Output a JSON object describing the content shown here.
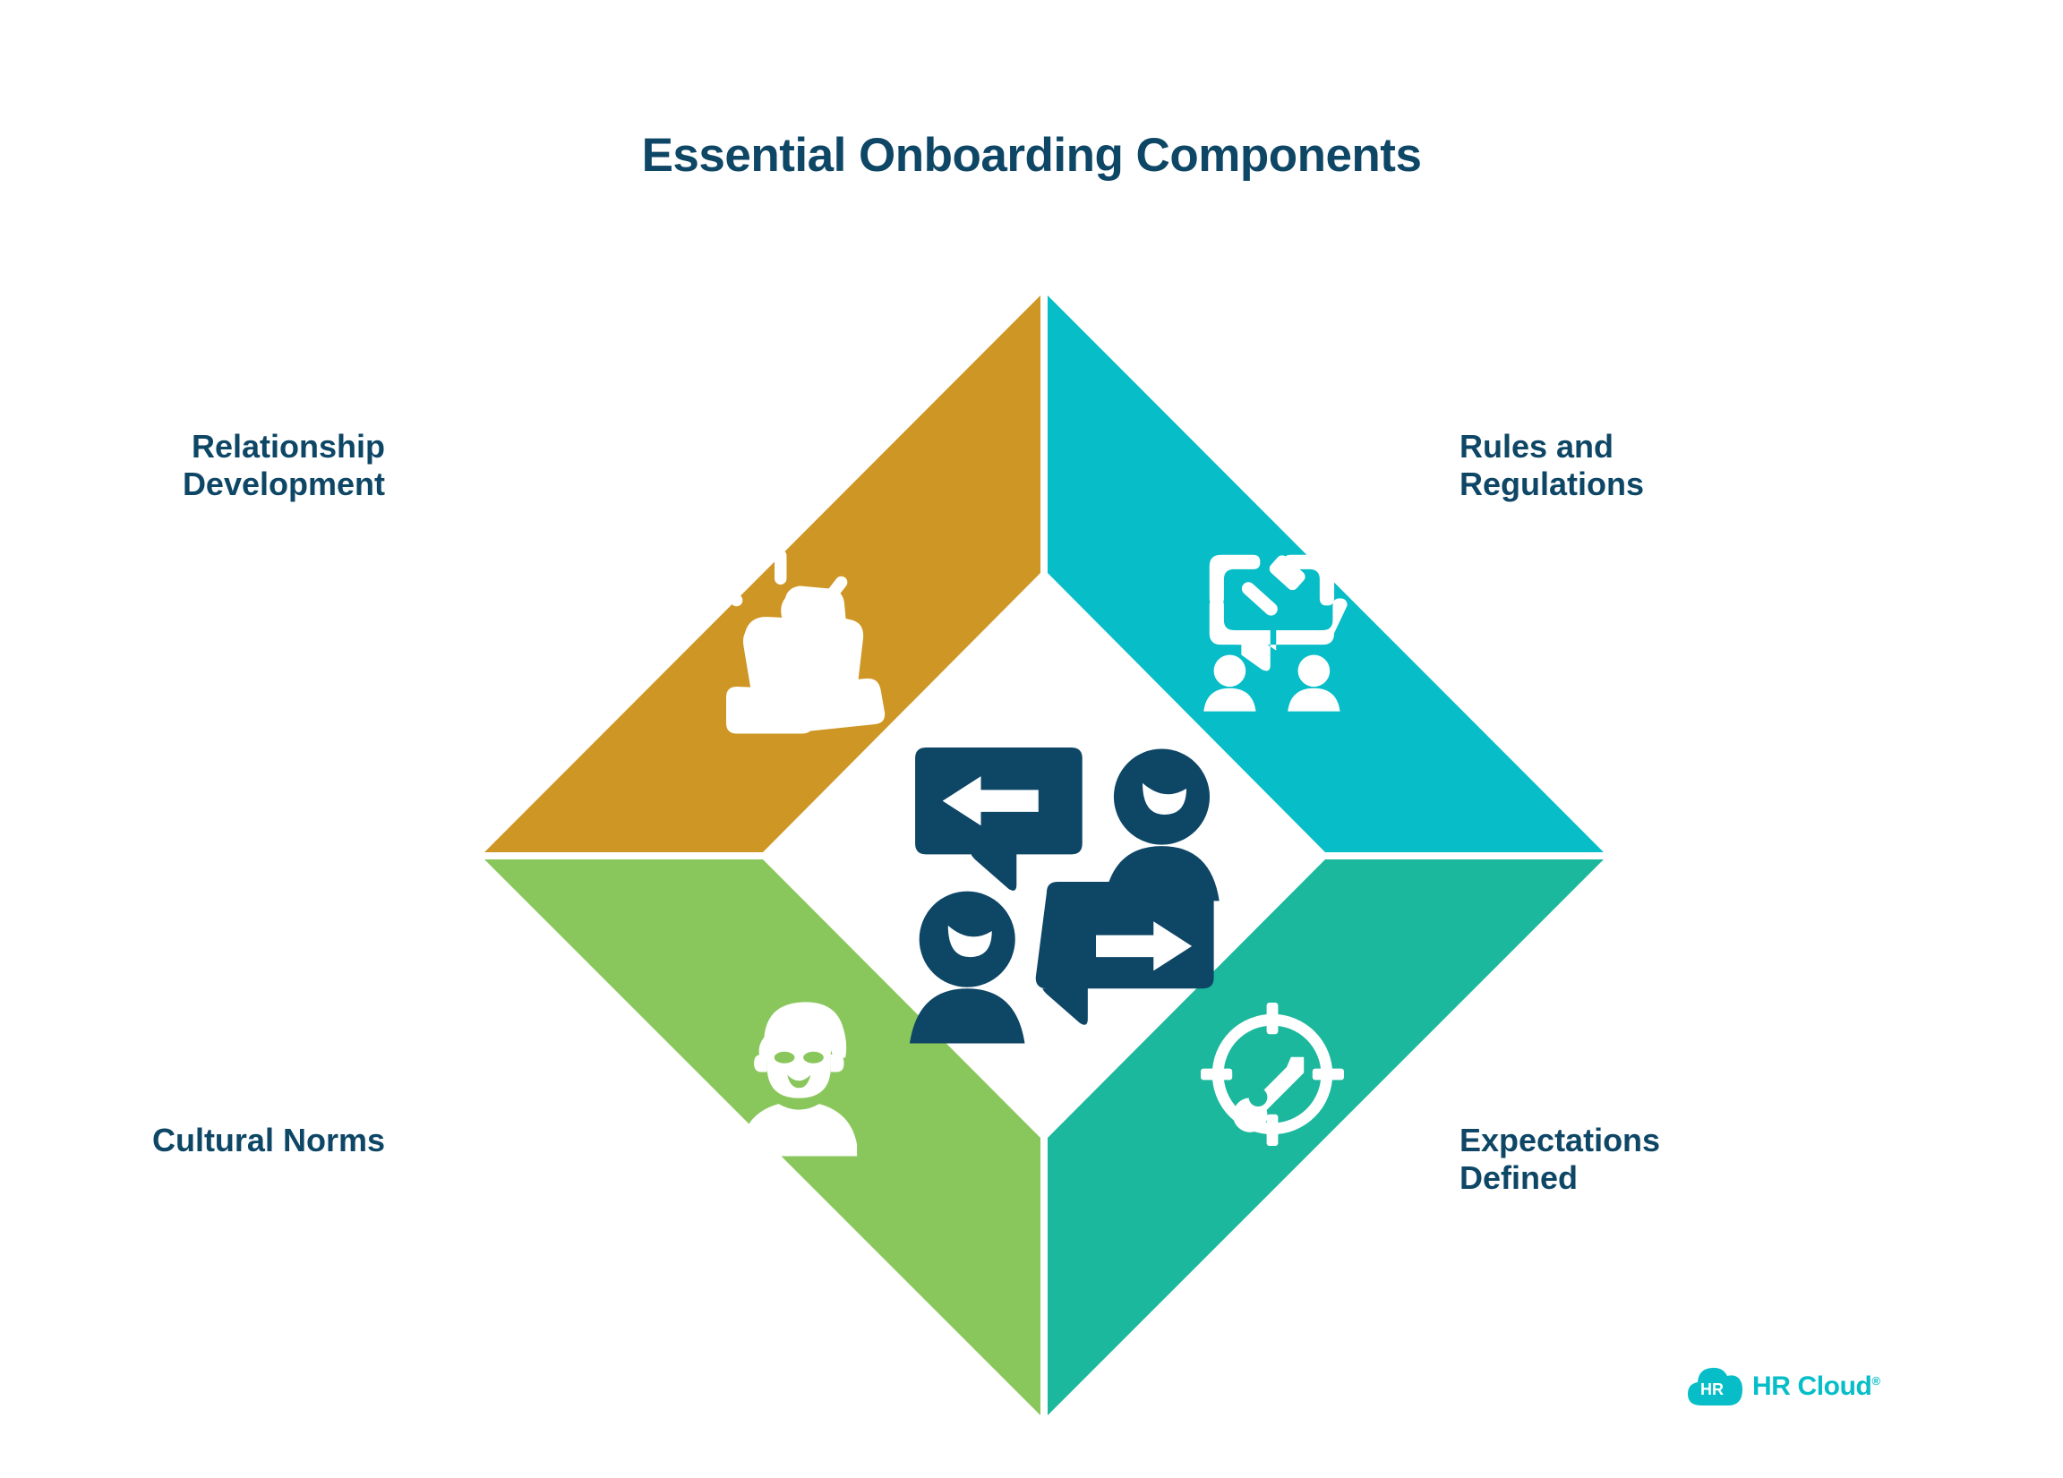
{
  "title": "Essential Onboarding Components",
  "colors": {
    "navy": "#0e4666",
    "gold": "#ce9624",
    "cyan": "#06bdc8",
    "green": "#89c75c",
    "teal_green": "#1bb89d",
    "background": "#ffffff",
    "icon_fill": "#ffffff",
    "brand": "#06bdc8"
  },
  "diagram": {
    "type": "four-quadrant-diamond",
    "center_icon": "two-way-conversation-icon",
    "quadrants": [
      {
        "id": "relationship-development",
        "label": "Relationship\nDevelopment",
        "label_position": "top-left",
        "color": "#ce9624",
        "icon": "fist-bump-icon"
      },
      {
        "id": "rules-and-regulations",
        "label": "Rules and\nRegulations",
        "label_position": "top-right",
        "color": "#06bdc8",
        "icon": "gavel-discussion-icon"
      },
      {
        "id": "cultural-norms",
        "label": "Cultural Norms",
        "label_position": "bottom-left",
        "color": "#89c75c",
        "icon": "person-face-icon"
      },
      {
        "id": "expectations-defined",
        "label": "Expectations\nDefined",
        "label_position": "bottom-right",
        "color": "#1bb89d",
        "icon": "target-crosshair-icon"
      }
    ]
  },
  "logo": {
    "mark_text": "HR",
    "name": "HR Cloud",
    "registered_mark": "®"
  }
}
